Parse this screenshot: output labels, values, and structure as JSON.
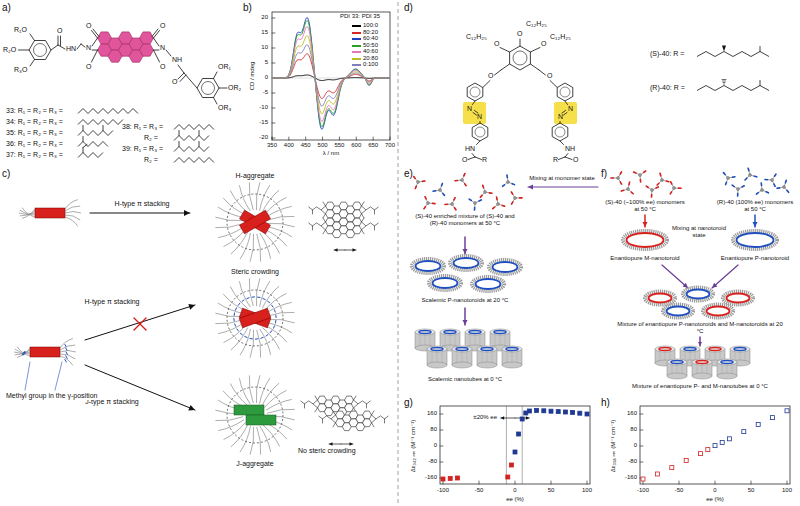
{
  "diagram": {
    "labels": [
      "a)",
      "b)",
      "c)",
      "d)",
      "e)",
      "f)",
      "g)",
      "h)",
      "R₁O",
      "R₂O",
      "R₃O",
      "HN",
      "O",
      "O",
      "O",
      "N",
      "N",
      "O",
      "O",
      "O",
      "NH",
      "OR₁",
      "OR₂",
      "OR₃",
      "33: R₁ = R₂ = R₃ =",
      "34: R₁ = R₂ = R₃ =",
      "35: R₁ = R₂ = R₃ =",
      "36: R₁ = R₂ = R₃ =",
      "37: R₁ = R₂ = R₃ =",
      "38: R₁ = R₃ =",
      "R₂ =",
      "39: R₁ = R₃ =",
      "R₂ =",
      "PDI 33: PDI 35",
      "20",
      "15",
      "10",
      "5",
      "0",
      "-5",
      "-10",
      "-15",
      "-20",
      "350",
      "400",
      "450",
      "500",
      "550",
      "600",
      "650",
      "700",
      "CD / mdeg",
      "λ / nm",
      "H-type π stacking",
      "H-aggregate",
      "H-type π stacking",
      "Steric crowding",
      "J-type π stacking",
      "J-aggregate",
      "No steric crowding",
      "Methyl group in the γ-position",
      "C₁₂H₂₅",
      "C₁₂H₂₅",
      "C₁₂H₂₅",
      "O",
      "O",
      "O",
      "O",
      "O",
      "N",
      "N",
      "N",
      "N",
      "HN",
      "NH",
      "O",
      "R",
      "O",
      "R",
      "(S)-40: R =",
      "(R)-40: R =",
      "Mixing at monomer state",
      "(S)-40 enriched mixture of (S)-40 and (R)-40 monomers at 50 °C",
      "Scalemic P-nanotoroids at 20 °C",
      "Scalemic nanotubes at 0 °C",
      "(S)-40 (~100% ee) monomers at 50 °C",
      "(R)-40 (100% ee) monomers at 50 °C",
      "Enantiopure M-nanotoroid",
      "Enantiopure P-nanotoroid",
      "Mixing at nanotoroid state",
      "Mixture of enantiopure P-nanotoroids and M-nanotoroids at 20 °C",
      "Mixture of enantiopure P- and M-nanotubes at 0 °C",
      "Δε₃₄₂ ₙₘ (M⁻¹ cm⁻¹)",
      "160",
      "80",
      "0",
      "-80",
      "-160",
      "-100",
      "-50",
      "0",
      "50",
      "100",
      "ee (%)",
      "±20% ee",
      "Δε₃₃₈ ₙₘ (M⁻¹ cm⁻¹)",
      "160",
      "80",
      "0",
      "-80",
      "-160",
      "-100",
      "-50",
      "0",
      "50",
      "100",
      "ee (%)"
    ],
    "legend": [
      {
        "text": "100:0",
        "color": "#000000"
      },
      {
        "text": "80:20",
        "color": "#d62728"
      },
      {
        "text": "60:40",
        "color": "#1f3fbf"
      },
      {
        "text": "50:50",
        "color": "#2ca02c"
      },
      {
        "text": "40:60",
        "color": "#e377c2"
      },
      {
        "text": "20:80",
        "color": "#bcbd22"
      },
      {
        "text": "0:100",
        "color": "#7f7fbf"
      }
    ]
  }
}
